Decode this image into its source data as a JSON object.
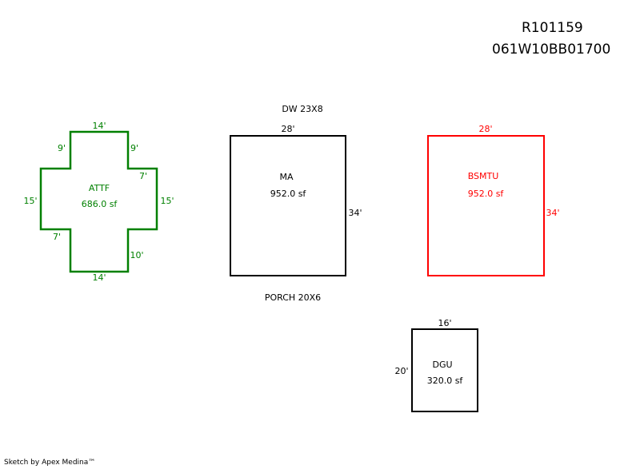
{
  "header": {
    "parcel_id": "R101159",
    "parcel_number": "061W10BB01700"
  },
  "colors": {
    "attf": "#008000",
    "ma": "#000000",
    "bsmtu": "#ff0000",
    "dgu": "#000000"
  },
  "areas": {
    "attf": {
      "label": "ATTF",
      "area": "686.0 sf",
      "dims": {
        "top": "14'",
        "left_upper": "9'",
        "right_upper": "9'",
        "right_step": "7'",
        "left_side": "15'",
        "right_side": "15'",
        "left_step": "7'",
        "right_lower": "10'",
        "bottom": "14'"
      }
    },
    "ma": {
      "label": "MA",
      "area": "952.0 sf",
      "dims": {
        "top": "28'",
        "right": "34'"
      },
      "note_top": "DW 23X8",
      "note_bottom": "PORCH 20X6"
    },
    "bsmtu": {
      "label": "BSMTU",
      "area": "952.0 sf",
      "dims": {
        "top": "28'",
        "right": "34'"
      }
    },
    "dgu": {
      "label": "DGU",
      "area": "320.0 sf",
      "dims": {
        "top": "16'",
        "left": "20'"
      }
    }
  },
  "footer": "Sketch by Apex Medina™"
}
